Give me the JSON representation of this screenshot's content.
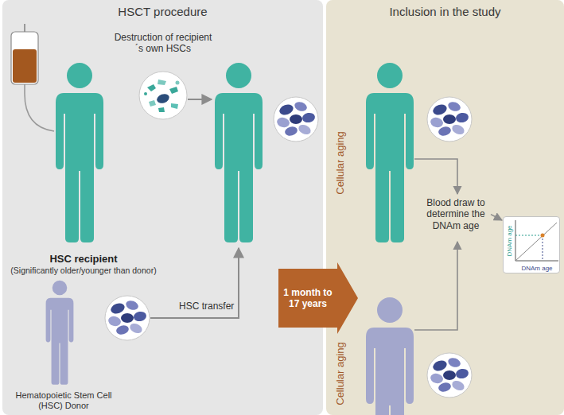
{
  "diagram": {
    "nodes": [
      {
        "text": [
          "HSCT procedure"
        ]
      },
      {
        "text": [
          "Inclusion in the study"
        ]
      },
      {
        "text": [
          "HSC recipient",
          "(Significantly older/younger than donor)"
        ],
        "in": 0
      },
      {
        "text": [
          "Destruction of recipient´s own HSCs"
        ],
        "in": 0
      },
      {
        "text": [
          "Hematopoietic Stem Cell (HSC) Donor"
        ],
        "in": 0
      },
      {
        "text": [
          "1 month to 17 years"
        ]
      },
      {
        "text": [
          "Blood draw to determine the DNAm age"
        ],
        "in": 1
      },
      {
        "text": [
          "DNAm age",
          "DNAm age"
        ],
        "in": 1
      }
    ],
    "edges": [
      {
        "from": 6,
        "to": 7,
        "arrow": "to"
      }
    ],
    "labels": [
      "HSC transfer",
      "Cellular aging",
      "Cellular aging"
    ]
  }
}
